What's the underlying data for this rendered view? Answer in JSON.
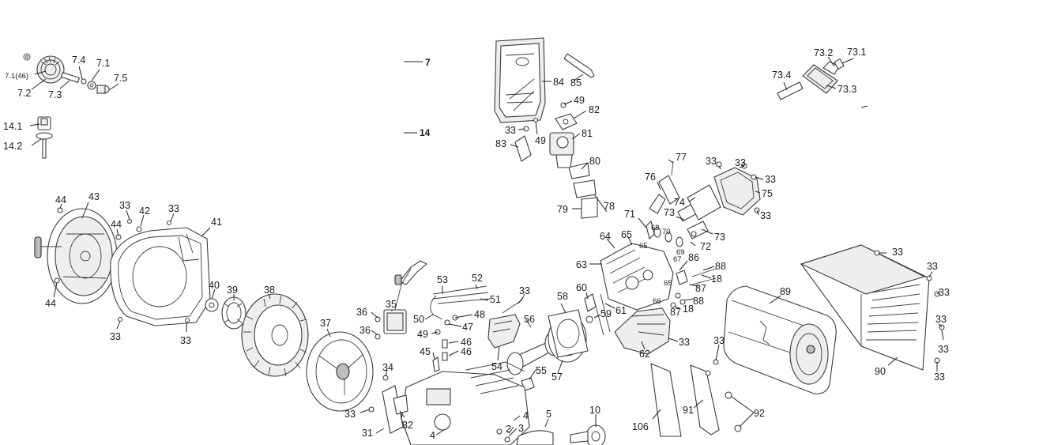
{
  "labels": {
    "l7_1_46": "7.1(46)",
    "l7_2": "7.2",
    "l7_3": "7.3",
    "l7_4": "7.4",
    "l7_1": "7.1",
    "l7_5": "7.5",
    "l14_1": "14.1",
    "l14_2": "14.2",
    "l7": "7",
    "l14": "14",
    "l84": "84",
    "l85": "85",
    "l49a": "49",
    "l82": "82",
    "l33a": "33",
    "l49b": "49",
    "l81": "81",
    "l83": "83",
    "l80": "80",
    "l79": "79",
    "l78": "78",
    "l77": "77",
    "l76": "76",
    "l73_2": "73.2",
    "l73_1": "73.1",
    "l73_4": "73.4",
    "l73_3": "73.3",
    "l33b": "33",
    "l33c": "33",
    "l33d": "33",
    "l75": "75",
    "l74": "74",
    "l33e": "33",
    "l73a": "73",
    "l73b": "73",
    "l71": "71",
    "l68": "68",
    "l70": "70",
    "l69": "69",
    "l72": "72",
    "l65a": "65",
    "l65b": "65",
    "l64": "64",
    "l67": "67",
    "l86": "86",
    "l88a": "88",
    "l18a": "18",
    "l65c": "65",
    "l87a": "87",
    "l66": "66",
    "l88b": "88",
    "l87b": "87",
    "l18b": "18",
    "l63": "63",
    "l60": "60",
    "l61": "61",
    "l59": "59",
    "l58": "58",
    "l62": "62",
    "l33f": "33",
    "l44a": "44",
    "l43": "43",
    "l33g": "33",
    "l42": "42",
    "l33h": "33",
    "l44b": "44",
    "l41": "41",
    "l44c": "44",
    "l40": "40",
    "l39": "39",
    "l38": "38",
    "l33i": "33",
    "l33j": "33",
    "l37": "37",
    "l53": "53",
    "l52": "52",
    "l33k": "33",
    "l51": "51",
    "l36a": "36",
    "l35": "35",
    "l50": "50",
    "l48": "48",
    "l47": "47",
    "l49c": "49",
    "l36b": "36",
    "l46a": "46",
    "l46b": "46",
    "l45": "45",
    "l56": "56",
    "l54": "54",
    "l55": "55",
    "l57": "57",
    "l34": "34",
    "l33l": "33",
    "l31": "31",
    "l32": "32",
    "l4a": "4",
    "l4b": "4",
    "l2": "2",
    "l3": "3",
    "l5": "5",
    "l10": "10",
    "l106": "106",
    "l91": "91",
    "l92": "92",
    "l89": "89",
    "l33m": "33",
    "l90": "90",
    "l33n": "33",
    "l33o": "33",
    "l33p": "33",
    "l33q": "33",
    "l33r": "33",
    "l33s": "33",
    "l33t": "33"
  }
}
